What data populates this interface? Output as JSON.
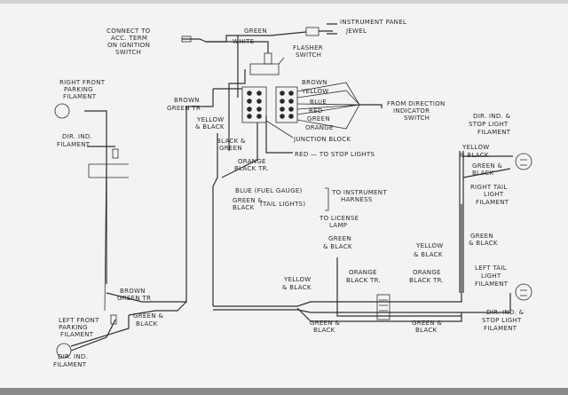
{
  "title": "Turn signal and lighting wiring diagram",
  "labels": {
    "connect_acc": [
      "CONNECT TO",
      "ACC. TERM",
      "ON IGNITION",
      "SWITCH"
    ],
    "green_top": "GREEN",
    "white": "WHITE",
    "instrument_panel_jewel": [
      "INSTRUMENT PANEL",
      "JEWEL"
    ],
    "flasher_switch": [
      "FLASHER",
      "SWITCH"
    ],
    "switch_wires": [
      "BROWN",
      "YELLOW",
      "BLUE",
      "RED",
      "GREEN",
      "ORANGE"
    ],
    "from_direction": [
      "FROM DIRECTION",
      "INDICATOR",
      "SWITCH"
    ],
    "brown_green_tr_top": [
      "BROWN",
      "GREEN TR"
    ],
    "yellow_black_left": [
      "YELLOW",
      "& BLACK"
    ],
    "black_green": [
      "BLACK &",
      "GREEN"
    ],
    "junction_block": "JUNCTION BLOCK",
    "red_stop": "RED — TO STOP LIGHTS",
    "orange_black_tr_top": [
      "ORANGE",
      "BLACK TR."
    ],
    "right_front_parking": [
      "RIGHT FRONT",
      "PARKING",
      "FILAMENT"
    ],
    "dir_ind_top_left": [
      "DIR. IND.",
      "FILAMENT"
    ],
    "blue_fuel": "BLUE (FUEL GAUGE)",
    "green_black_tail": [
      "GREEN &",
      "BLACK",
      "(TAIL LIGHTS)"
    ],
    "to_instrument_harness": [
      "TO INSTRUMENT",
      "HARNESS"
    ],
    "to_license_lamp": [
      "TO LICENSE",
      "LAMP"
    ],
    "green_black_license": [
      "GREEN",
      "& BLACK"
    ],
    "yellow_black_right": [
      "YELLOW",
      "& BLACK"
    ],
    "green_black_right_mid": [
      "GREEN",
      "& BLACK"
    ],
    "orange_black_tr_1": [
      "ORANGE",
      "BLACK TR."
    ],
    "orange_black_tr_2": [
      "ORANGE",
      "BLACK TR."
    ],
    "yellow_black_bottom": [
      "YELLOW",
      "& BLACK"
    ],
    "left_tail": [
      "LEFT TAIL",
      "LIGHT",
      "FILAMENT"
    ],
    "green_black_bottom_1": [
      "GREEN &",
      "BLACK"
    ],
    "green_black_bottom_2": [
      "GREEN &",
      "BLACK"
    ],
    "dir_ind_stop_left": [
      "DIR. IND. &",
      "STOP LIGHT",
      "FILAMENT"
    ],
    "dir_ind_stop_right": [
      "DIR. IND. &",
      "STOP LIGHT",
      "FILAMENT"
    ],
    "yellow_black_right_top": [
      "YELLOW",
      "& BLACK"
    ],
    "green_black_right_top": [
      "GREEN &",
      "BLACK"
    ],
    "right_tail": [
      "RIGHT TAIL",
      "LIGHT",
      "FILAMENT"
    ],
    "brown_green_tr_bottom": [
      "BROWN",
      "GREEN TR"
    ],
    "green_black_front": [
      "GREEN &",
      "BLACK"
    ],
    "left_front_parking": [
      "LEFT FRONT",
      "PARKING",
      "FILAMENT"
    ],
    "dir_ind_bottom_left": [
      "DIR. IND.",
      "FILAMENT"
    ]
  }
}
